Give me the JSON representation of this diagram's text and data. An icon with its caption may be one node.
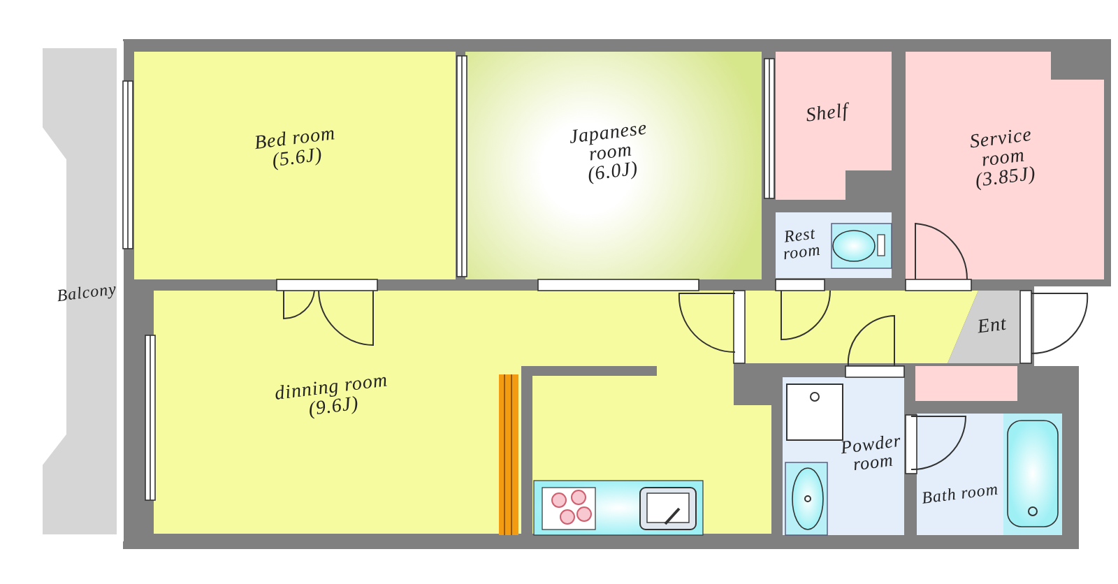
{
  "diagram": {
    "nodes": [
      {
        "text": [
          "Balcony"
        ]
      },
      {
        "text": [
          "Bed room",
          "(5.6J)"
        ]
      },
      {
        "text": [
          "Japanese room",
          "(6.0J)"
        ]
      },
      {
        "text": [
          "Shelf"
        ]
      },
      {
        "text": [
          "Service room",
          "(3.85J)"
        ]
      },
      {
        "text": [
          "Rest room"
        ]
      },
      {
        "text": [
          "dinning room",
          "(9.6J)"
        ]
      },
      {
        "text": [
          "Ent"
        ]
      },
      {
        "text": [
          "Powder room"
        ]
      },
      {
        "text": [
          "Bath room"
        ]
      }
    ]
  }
}
